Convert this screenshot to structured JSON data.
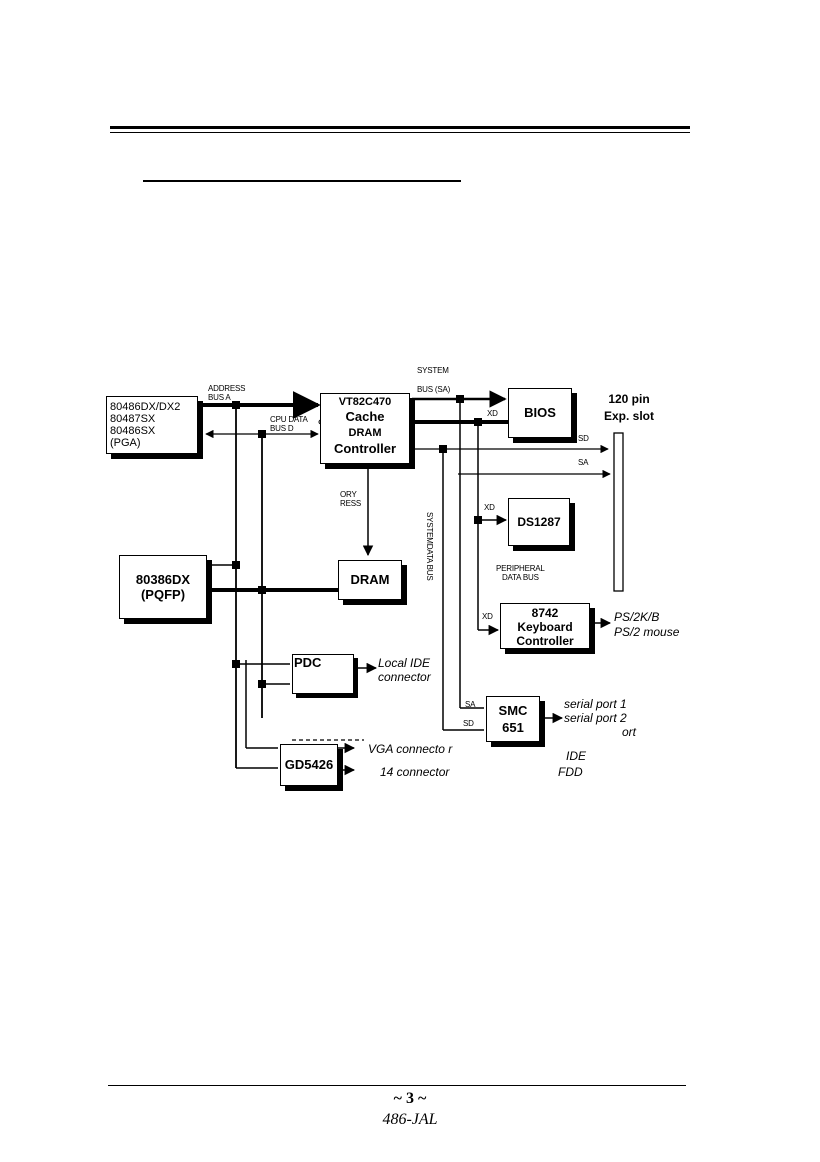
{
  "blocks": {
    "cpu": [
      "80486DX/DX2",
      "80487SX",
      "80486SX",
      "(PGA)"
    ],
    "cpu386": [
      "80386DX",
      "(PQFP)"
    ],
    "controller": [
      "VT82C470",
      "Cache",
      "DRAM",
      "Controller"
    ],
    "dram": "DRAM",
    "bios": "BIOS",
    "rtc": "DS1287",
    "kbc": [
      "8742",
      "Keyboard",
      "Controller"
    ],
    "pdc": "PDC",
    "smc": [
      "SMC",
      "651"
    ],
    "vga": "GD5426"
  },
  "labels": {
    "address_bus": [
      "ADDRESS",
      "BUS A"
    ],
    "cpu_data_bus": [
      "CPU DATA",
      "BUS D"
    ],
    "system_bus": [
      "SYSTEM",
      "BUS (SA)"
    ],
    "memory_address": [
      "ORY",
      "RESS"
    ],
    "system_data_bus": "SYSTEMDATA BUS",
    "peripheral_data_bus": [
      "PERIPHERAL",
      "DATA BUS"
    ],
    "xd1": "XD",
    "xd2": "XD",
    "xd3": "XD",
    "sd1": "SD",
    "sa1": "SA",
    "sa2": "SA",
    "sd2": "SD",
    "slot": [
      "120 pin",
      "Exp. slot"
    ],
    "ps2": [
      "PS/2K/B",
      "PS/2 mouse"
    ],
    "local_ide": [
      "Local IDE",
      "connector"
    ],
    "serial": [
      "serial port 1",
      "serial port 2",
      "ort"
    ],
    "ide": "IDE",
    "fdd": "FDD",
    "vga_connector": "VGA connecto r",
    "feature_connector": "14 connector"
  },
  "footer": {
    "page": "~ 3 ~",
    "model": "486-JAL"
  }
}
